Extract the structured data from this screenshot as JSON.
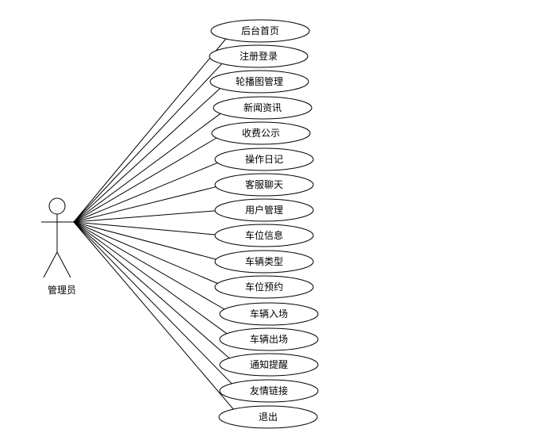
{
  "actor": {
    "label": "管理员"
  },
  "use_cases": [
    {
      "label": "后台首页"
    },
    {
      "label": "注册登录"
    },
    {
      "label": "轮播图管理"
    },
    {
      "label": "新闻资讯"
    },
    {
      "label": "收费公示"
    },
    {
      "label": "操作日记"
    },
    {
      "label": "客服聊天"
    },
    {
      "label": "用户管理"
    },
    {
      "label": "车位信息"
    },
    {
      "label": "车辆类型"
    },
    {
      "label": "车位预约"
    },
    {
      "label": "车辆入场"
    },
    {
      "label": "车辆出场"
    },
    {
      "label": "通知提醒"
    },
    {
      "label": "友情链接"
    },
    {
      "label": "退出"
    }
  ]
}
